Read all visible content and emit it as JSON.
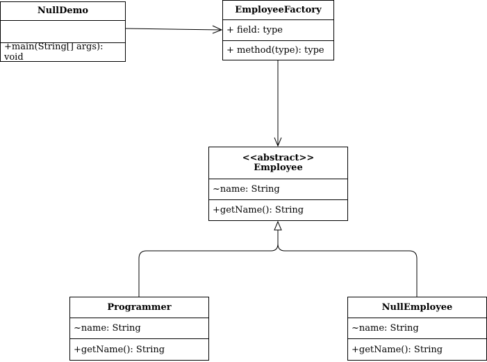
{
  "classes": {
    "null_demo": {
      "name": "NullDemo",
      "attributes": "",
      "operations": "+main(String[] args): void"
    },
    "employee_factory": {
      "name": "EmployeeFactory",
      "attributes": "+ field: type",
      "operations": "+ method(type): type"
    },
    "employee": {
      "stereotype": "<<abstract>>",
      "name": "Employee",
      "attributes": "~name: String",
      "operations": "+getName(): String"
    },
    "programmer": {
      "name": "Programmer",
      "attributes": "~name: String",
      "operations": "+getName(): String"
    },
    "null_employee": {
      "name": "NullEmployee",
      "attributes": "~name: String",
      "operations": "+getName(): String"
    }
  },
  "relationships": [
    {
      "from": "NullDemo",
      "to": "EmployeeFactory",
      "type": "association"
    },
    {
      "from": "EmployeeFactory",
      "to": "Employee",
      "type": "association"
    },
    {
      "from": "Programmer",
      "to": "Employee",
      "type": "generalization"
    },
    {
      "from": "NullEmployee",
      "to": "Employee",
      "type": "generalization"
    }
  ]
}
